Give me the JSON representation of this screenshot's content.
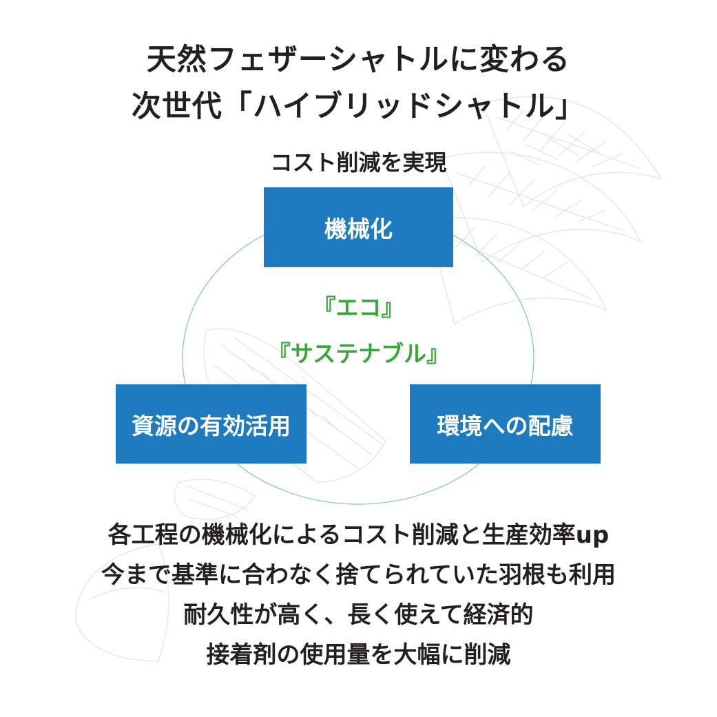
{
  "title": {
    "line1": "天然フェザーシャトルに変わる",
    "line2": "次世代「ハイブリッドシャトル」"
  },
  "subtitle": "コスト削減を実現",
  "diagram": {
    "top_box": "機械化",
    "left_box": "資源の有効活用",
    "right_box": "環境への配慮",
    "center_line1": "『エコ』",
    "center_line2": "『サステナブル』",
    "box_color": "#1f7bbf",
    "center_text_color": "#3aa63c",
    "ring_color": "#8ec5e6"
  },
  "benefits": [
    "各工程の機械化によるコスト削減と生産効率up",
    "今まで基準に合わなく捨てられていた羽根も利用",
    "耐久性が高く、長く使えて経済的",
    "接着剤の使用量を大幅に削減"
  ],
  "background_art": "shuttlecock-line-art"
}
